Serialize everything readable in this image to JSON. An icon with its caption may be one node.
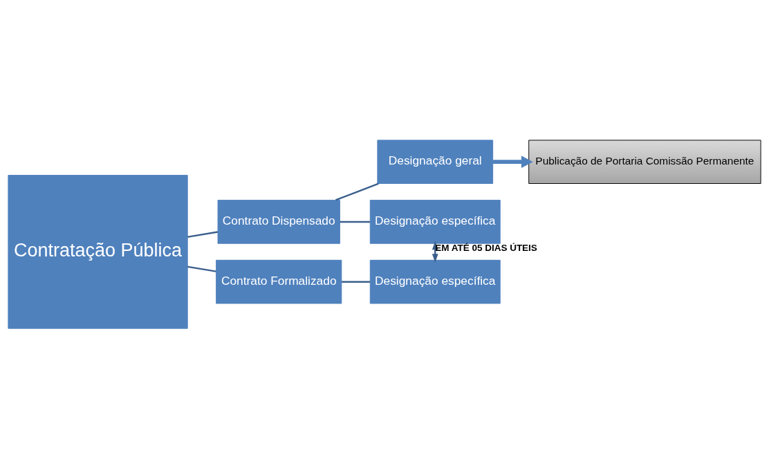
{
  "diagram": {
    "nodes": [
      {
        "text": [
          "Contratação Pública"
        ]
      },
      {
        "text": [
          "Contrato Dispensado"
        ]
      },
      {
        "text": [
          "Contrato Formalizado"
        ]
      },
      {
        "text": [
          "Designação geral"
        ]
      },
      {
        "text": [
          "Designação específica"
        ]
      },
      {
        "text": [
          "Designação específica"
        ]
      },
      {
        "text": [
          "Publicação de Portaria Comissão Permanente"
        ]
      }
    ],
    "edges": [
      {
        "from": 0,
        "to": 1,
        "arrow": "none"
      },
      {
        "from": 0,
        "to": 2,
        "arrow": "none"
      },
      {
        "from": 1,
        "to": 3,
        "arrow": "none"
      },
      {
        "from": 1,
        "to": 4,
        "arrow": "none"
      },
      {
        "from": 2,
        "to": 5,
        "arrow": "none"
      },
      {
        "from": 4,
        "to": 5,
        "arrow": "both",
        "label": "EM ATÉ 05 DIAS ÚTEIS"
      },
      {
        "from": 3,
        "to": 6,
        "arrow": "to",
        "style": "thick",
        "color": "#4f81bd"
      }
    ]
  }
}
